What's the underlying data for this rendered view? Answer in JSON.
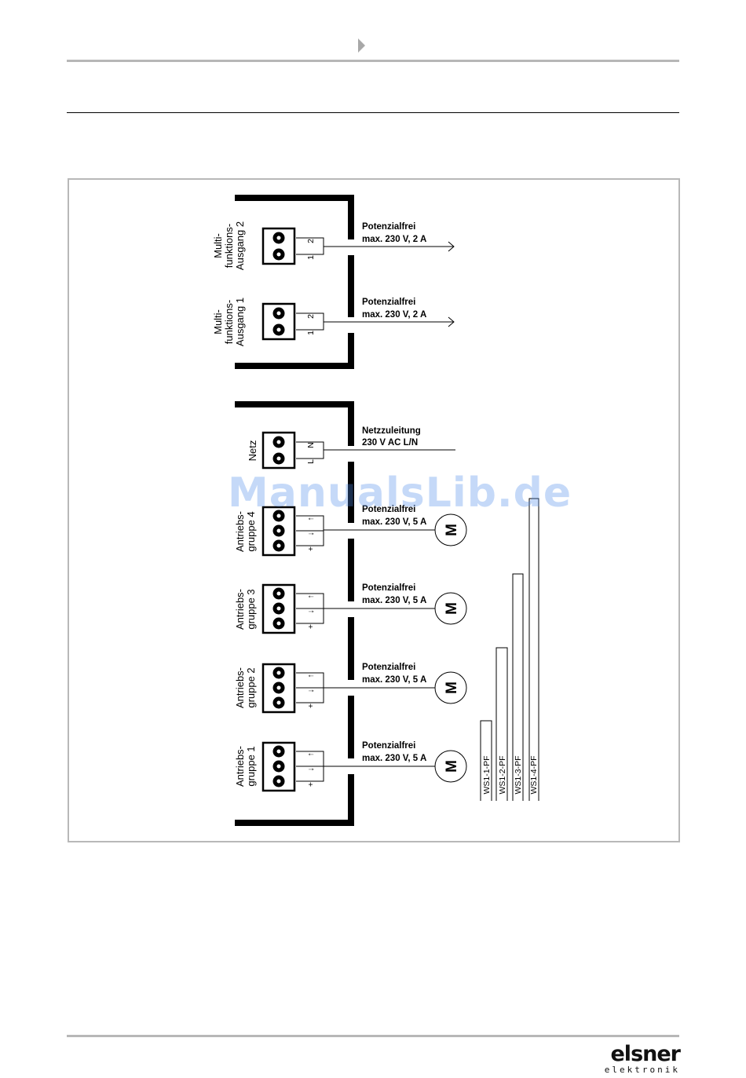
{
  "header": {
    "arrow_icon": "triangle-right-icon"
  },
  "diagram": {
    "outputs": [
      {
        "side": [
          "Multi-",
          "funktions-",
          "Ausgang 2"
        ],
        "pins": [
          "1",
          "2"
        ],
        "label1": "Potenzialfrei",
        "label2": "max. 230 V, 2 A"
      },
      {
        "side": [
          "Multi-",
          "funktions-",
          "Ausgang 1"
        ],
        "pins": [
          "1",
          "2"
        ],
        "label1": "Potenzialfrei",
        "label2": "max. 230 V, 2 A"
      }
    ],
    "mains": {
      "side": "Netz",
      "pins": [
        "L",
        "N"
      ],
      "label1": "Netzzuleitung",
      "label2": "230 V AC L/N"
    },
    "drives": [
      {
        "side": [
          "Antriebs-",
          "gruppe 4"
        ],
        "pins": [
          "↑",
          "↓",
          "+"
        ],
        "label1": "Potenzialfrei",
        "label2": "max. 230 V, 5 A",
        "motor": "M"
      },
      {
        "side": [
          "Antriebs-",
          "gruppe 3"
        ],
        "pins": [
          "↑",
          "↓",
          "+"
        ],
        "label1": "Potenzialfrei",
        "label2": "max. 230 V, 5 A",
        "motor": "M"
      },
      {
        "side": [
          "Antriebs-",
          "gruppe 2"
        ],
        "pins": [
          "↑",
          "↓",
          "+"
        ],
        "label1": "Potenzialfrei",
        "label2": "max. 230 V, 5 A",
        "motor": "M"
      },
      {
        "side": [
          "Antriebs-",
          "gruppe 1"
        ],
        "pins": [
          "↑",
          "↓",
          "+"
        ],
        "label1": "Potenzialfrei",
        "label2": "max. 230 V, 5 A",
        "motor": "M"
      }
    ],
    "models": [
      "WS1-1-PF",
      "WS1-2-PF",
      "WS1-3-PF",
      "WS1-4-PF"
    ]
  },
  "watermark": "ManualsLib.de",
  "logo": {
    "main": "elsner",
    "sub": "elektronik"
  }
}
